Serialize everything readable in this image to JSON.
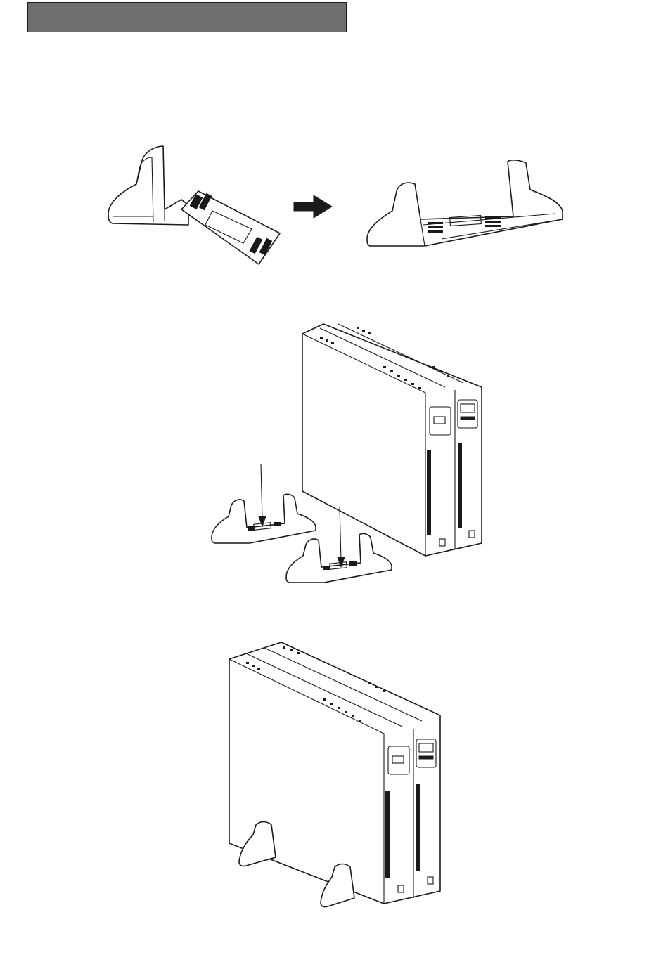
{
  "header": {
    "label": ""
  },
  "figures": [
    {
      "name": "foot-assembly-step"
    },
    {
      "name": "place-ups-on-feet-step"
    },
    {
      "name": "ups-standing-result"
    }
  ],
  "icons": {
    "arrow": "arrow-right-icon",
    "battery": "battery-icon"
  },
  "colors": {
    "header_bar": "#6e6e6e",
    "line": "#1a1a1a",
    "page": "#ffffff"
  }
}
